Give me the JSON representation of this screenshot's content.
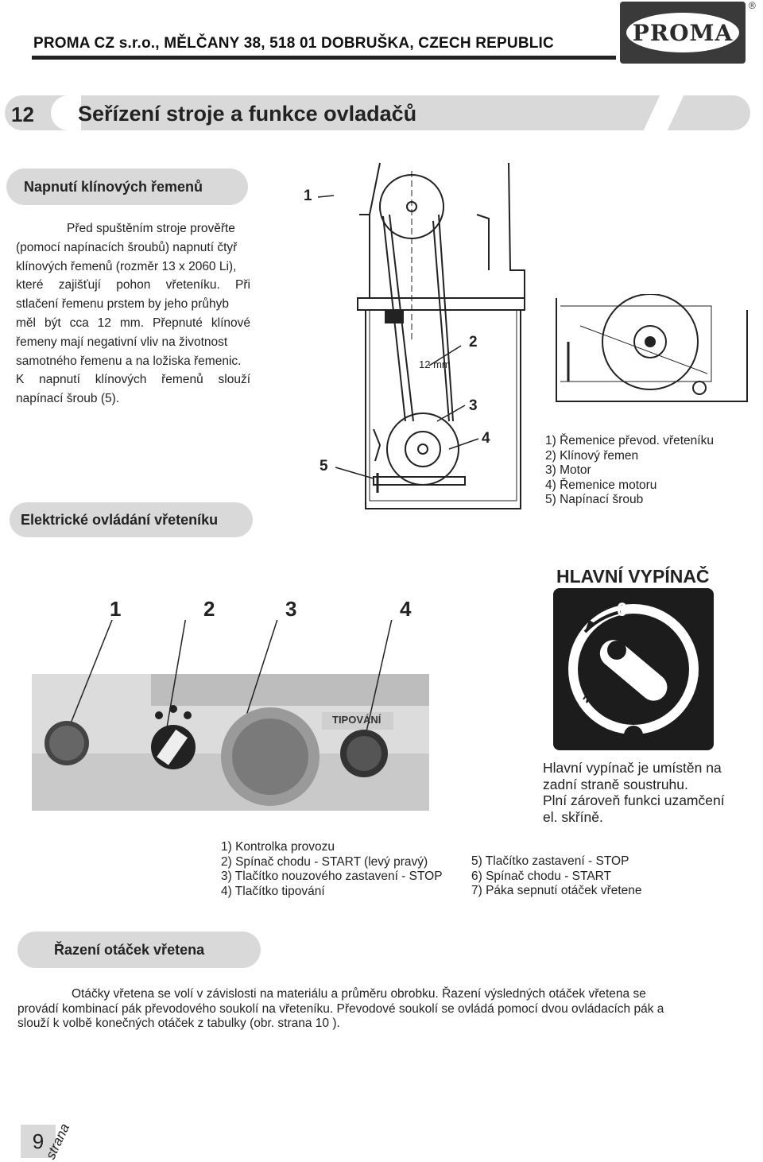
{
  "header": {
    "company": "PROMA CZ s.r.o., MĚLČANY 38, 518 01 DOBRUŠKA, CZECH REPUBLIC",
    "logo_text": "PROMA",
    "registered_mark": "®"
  },
  "chapter": {
    "number": "12",
    "title": "Seřízení stroje a funkce ovladačů"
  },
  "section1": {
    "title": "Napnutí klínových řemenů",
    "lines": [
      "Před spuštěním stroje prověřte",
      "(pomocí napínacích šroubů) napnutí čtyř",
      "klínových řemenů (rozměr 13 x 2060 Li),",
      "které zajišťují pohon vřeteníku. Při",
      "stlačení řemenu prstem by jeho průhyb",
      "měl být cca 12 mm. Přepnuté klínové",
      "řemeny mají negativní vliv na životnost",
      "samotného řemenu a na ložiska řemenic.",
      "K napnutí klínových řemenů slouží",
      "napínací šroub (5)."
    ]
  },
  "belt_figure": {
    "callouts": [
      "1",
      "2",
      "3",
      "4",
      "5"
    ],
    "measure_label": "12 mm",
    "legend": [
      "1) Řemenice převod. vřeteníku",
      "2) Klínový řemen",
      "3) Motor",
      "4) Řemenice motoru",
      "5) Napínací šroub"
    ]
  },
  "section2": {
    "title": "Elektrické ovládání vřeteníku"
  },
  "panel_figure": {
    "callouts": [
      "1",
      "2",
      "3",
      "4"
    ],
    "panel_label": "TIPOVÁNÍ"
  },
  "main_switch": {
    "title": "HLAVNÍ VYPÍNAČ",
    "label_off": "0",
    "label_on": "1",
    "description": [
      "Hlavní vypínač je umístěn na",
      "zadní straně soustruhu.",
      "Plní zároveň funkci uzamčení",
      "el. skříně."
    ]
  },
  "controls_legend": {
    "left": [
      "1) Kontrolka provozu",
      "2) Spínač chodu - START (levý pravý)",
      "3) Tlačítko nouzového zastavení - STOP",
      "4) Tlačítko tipování"
    ],
    "right": [
      "5) Tlačítko zastavení - STOP",
      "6) Spínač chodu - START",
      "7) Páka sepnutí otáček vřetene"
    ]
  },
  "section3": {
    "title": "Řazení otáček vřetena",
    "lines": [
      "Otáčky vřetena se volí v závislosti na materiálu a průměru obrobku. Řazení výsledných otáček vřetena se",
      "provádí kombinací pák převodového soukolí na vřeteníku. Převodové soukolí se ovládá pomocí dvou ovládacích pák a",
      "slouží k volbě konečných otáček z tabulky (obr. strana 10 )."
    ]
  },
  "footer": {
    "page_number": "9",
    "page_word": "strana"
  }
}
